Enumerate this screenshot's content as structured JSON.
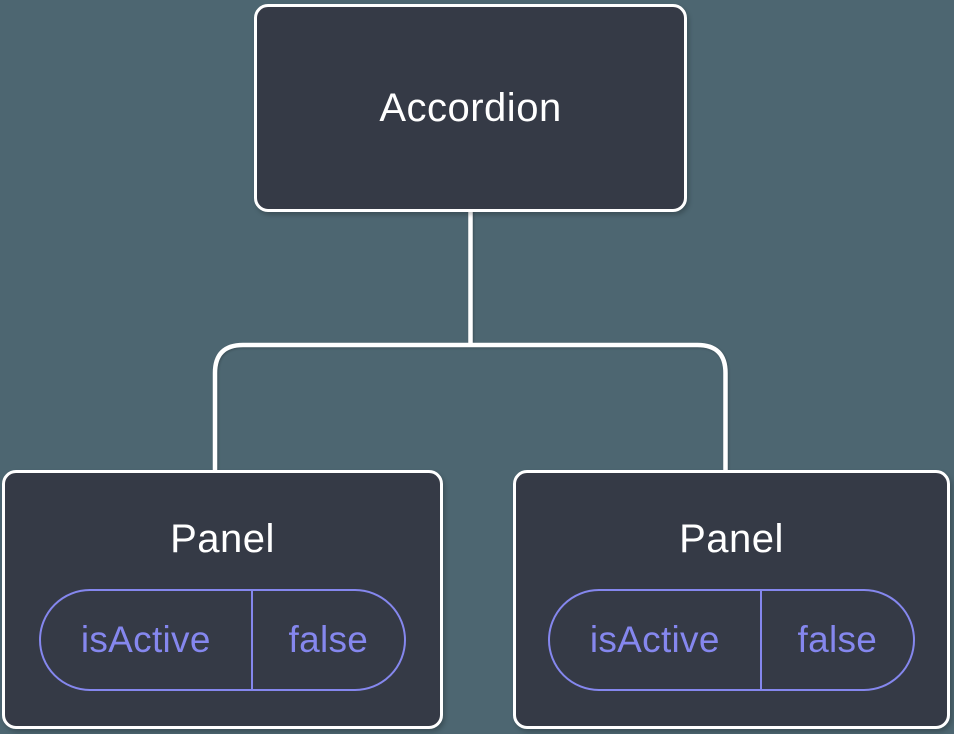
{
  "diagram": {
    "type": "component-tree",
    "root_node": {
      "label": "Accordion"
    },
    "child_nodes": [
      {
        "label": "Panel",
        "state": {
          "name": "isActive",
          "value": "false"
        }
      },
      {
        "label": "Panel",
        "state": {
          "name": "isActive",
          "value": "false"
        }
      }
    ],
    "colors": {
      "background": "#4d6671",
      "node_fill": "#353a46",
      "node_border": "#ffffff",
      "node_text": "#ffffff",
      "state_accent": "#8587ee",
      "connector": "#ffffff"
    }
  }
}
